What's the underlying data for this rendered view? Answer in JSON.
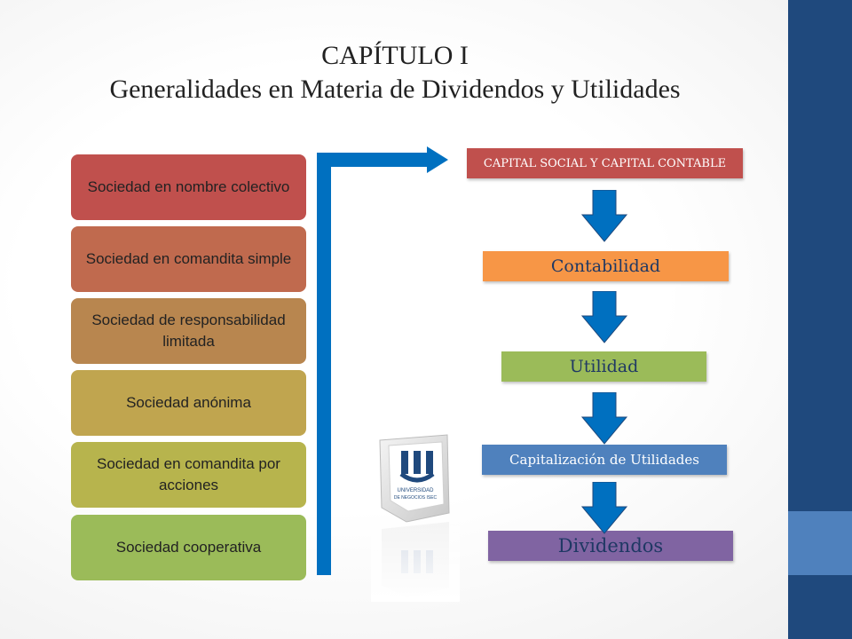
{
  "title": {
    "line1": "CAPÍTULO I",
    "line2": "Generalidades en Materia de Dividendos y Utilidades"
  },
  "left_boxes": [
    {
      "label": "Sociedad en nombre colectivo",
      "color": "#c0504d"
    },
    {
      "label": "Sociedad en comandita simple",
      "color": "#c06a4e"
    },
    {
      "label": "Sociedad de responsabilidad limitada",
      "color": "#b8864f"
    },
    {
      "label": "Sociedad anónima",
      "color": "#c0a54f"
    },
    {
      "label": "Sociedad en comandita por acciones",
      "color": "#b7b44d"
    },
    {
      "label": "Sociedad cooperativa",
      "color": "#9bbb59"
    }
  ],
  "flow": [
    {
      "label": "CAPITAL SOCIAL Y CAPITAL CONTABLE",
      "color": "#c0504d",
      "text_color": "#ffffff"
    },
    {
      "label": "Contabilidad",
      "color": "#f79646",
      "text_color": "#1f3864"
    },
    {
      "label": "Utilidad",
      "color": "#9bbb59",
      "text_color": "#1f3864"
    },
    {
      "label": "Capitalización de Utilidades",
      "color": "#4f81bd",
      "text_color": "#ffffff"
    },
    {
      "label": "Dividendos",
      "color": "#8064a2",
      "text_color": "#1f3864"
    }
  ],
  "logo": {
    "text": "UNIVERSIDAD DE NEGOCIOS ISEC"
  },
  "colors": {
    "connector": "#0070c0",
    "accent_dark": "#1f497d",
    "accent_light": "#4f81bd"
  }
}
